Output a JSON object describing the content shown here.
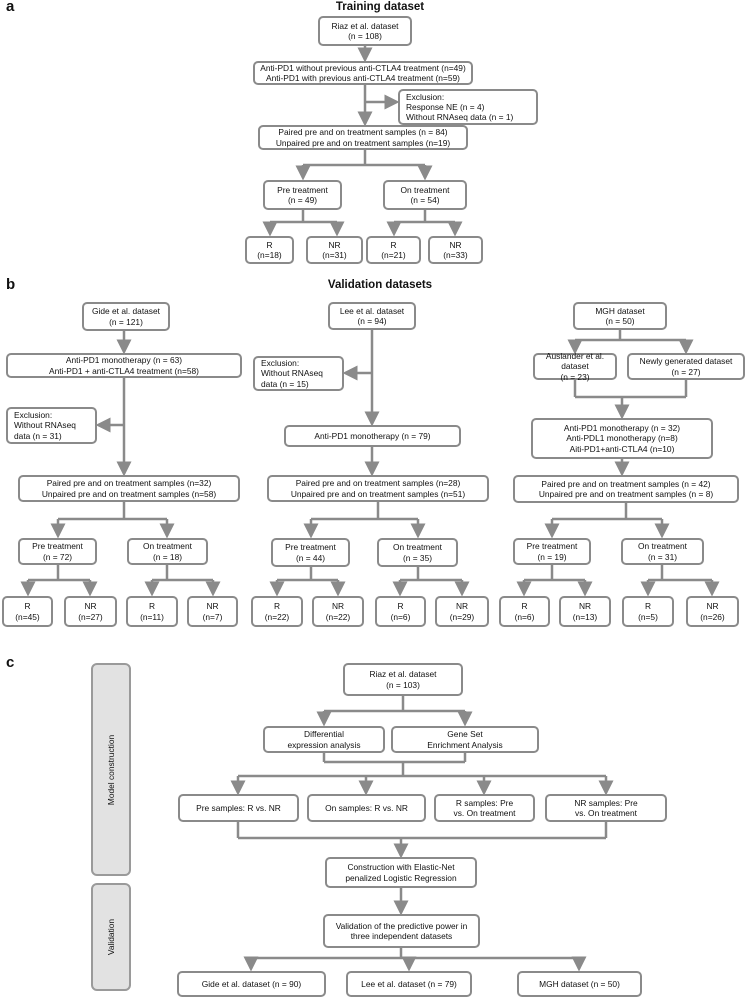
{
  "panels": {
    "a": {
      "label": "a",
      "title": "Training dataset"
    },
    "b": {
      "label": "b",
      "title": "Validation datasets"
    },
    "c": {
      "label": "c"
    }
  },
  "sidebars": {
    "model": "Model construction",
    "validation": "Validation"
  },
  "boxes": {
    "a_riaz": "Riaz et al. dataset\n(n = 108)",
    "a_antipd1": "Anti-PD1 without previous anti-CTLA4 treatment (n=49)\nAnti-PD1 with previous anti-CTLA4 treatment (n=59)",
    "a_excl": "Exclusion:\nResponse NE (n = 4)\nWithout RNAseq data (n = 1)",
    "a_paired": "Paired pre and on treatment samples (n = 84)\nUnpaired pre and on treatment samples (n=19)",
    "a_pre": "Pre treatment\n(n = 49)",
    "a_on": "On treatment\n(n = 54)",
    "a_r1": "R\n(n=18)",
    "a_nr1": "NR\n(n=31)",
    "a_r2": "R\n(n=21)",
    "a_nr2": "NR\n(n=33)",
    "g_ds": "Gide et al. dataset\n(n = 121)",
    "g_mono": "Anti-PD1 monotherapy (n = 63)\nAnti-PD1 + anti-CTLA4 treatment (n=58)",
    "g_excl": "Exclusion:\nWithout RNAseq\ndata (n = 31)",
    "g_paired": "Paired pre and on treatment samples (n=32)\nUnpaired pre and on treatment samples (n=58)",
    "g_pre": "Pre treatment\n(n = 72)",
    "g_on": "On treatment\n(n = 18)",
    "g_r1": "R\n(n=45)",
    "g_nr1": "NR\n(n=27)",
    "g_r2": "R\n(n=11)",
    "g_nr2": "NR\n(n=7)",
    "l_ds": "Lee et al. dataset\n(n = 94)",
    "l_excl": "Exclusion:\nWithout RNAseq\ndata (n = 15)",
    "l_mono": "Anti-PD1 monotherapy (n = 79)",
    "l_paired": "Paired pre and on treatment samples (n=28)\nUnpaired pre and on treatment samples (n=51)",
    "l_pre": "Pre treatment\n(n = 44)",
    "l_on": "On treatment\n(n = 35)",
    "l_r1": "R\n(n=22)",
    "l_nr1": "NR\n(n=22)",
    "l_r2": "R\n(n=6)",
    "l_nr2": "NR\n(n=29)",
    "m_ds": "MGH dataset\n(n = 50)",
    "m_ausl": "Auslander et al. dataset\n(n = 23)",
    "m_new": "Newly generated dataset\n(n = 27)",
    "m_mono": "Anti-PD1 monotherapy (n = 32)\nAnti-PDL1 monotherapy (n=8)\nAiti-PD1+anti-CTLA4 (n=10)",
    "m_paired": "Paired pre and on treatment samples (n = 42)\nUnpaired pre and on treatment samples (n = 8)",
    "m_pre": "Pre treatment\n(n = 19)",
    "m_on": "On treatment\n(n = 31)",
    "m_r1": "R\n(n=6)",
    "m_nr1": "NR\n(n=13)",
    "m_r2": "R\n(n=5)",
    "m_nr2": "NR\n(n=26)",
    "c_riaz": "Riaz et al. dataset\n(n = 103)",
    "c_diff": "Differential\nexpression analysis",
    "c_gsea": "Gene Set\nEnrichment Analysis",
    "c_pre": "Pre samples: R vs. NR",
    "c_on": "On samples: R vs. NR",
    "c_rs": "R samples: Pre\nvs. On treatment",
    "c_nrs": "NR samples: Pre\nvs. On treatment",
    "c_enet": "Construction with Elastic-Net\npenalized Logistic Regression",
    "c_valid": "Validation of the predictive power in\nthree independent datasets",
    "c_gide": "Gide et al. dataset (n = 90)",
    "c_lee": "Lee et al. dataset (n = 79)",
    "c_mgh": "MGH dataset (n = 50)"
  }
}
